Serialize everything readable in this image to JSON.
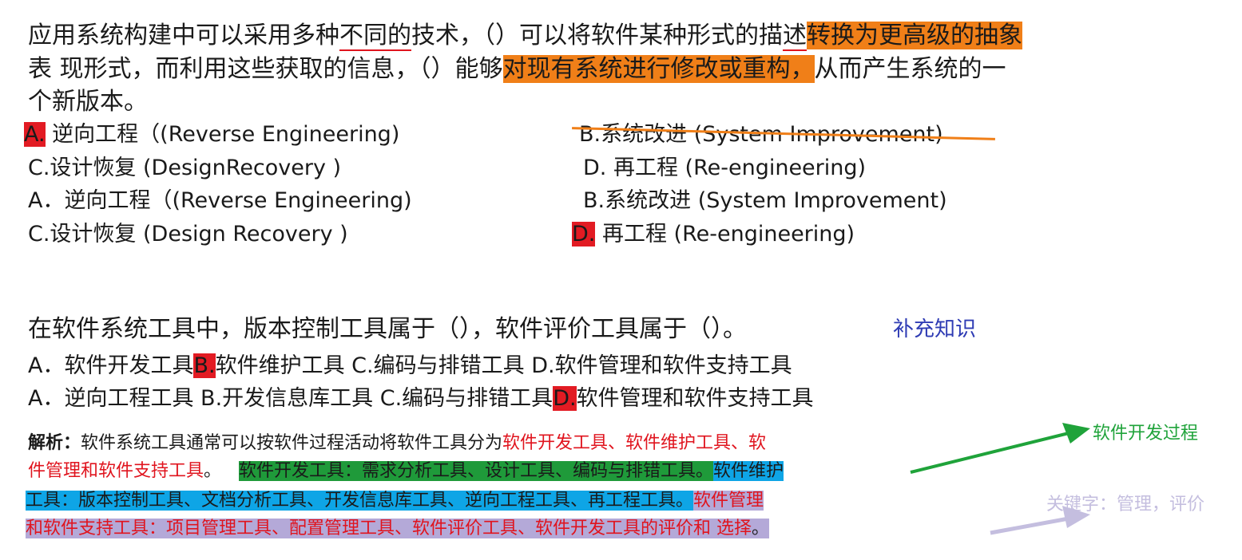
{
  "q1": {
    "line1": {
      "a": "应用系统构建中可以采用多种",
      "b": "不同的",
      "c": "技术，（）可以将软件某种形式的描",
      "d": "述",
      "e": "转换为更高级的抽象"
    },
    "line2": {
      "a": "表 现形式，而利用这些获取的信息，（）能够",
      "b": "对现有系统进行修改或重构，",
      "c": "从而产生系统的一"
    },
    "line3": "个新版本。",
    "options": {
      "a_letter": "A.",
      "a_text": "逆向工程（(Reverse Engineering)",
      "b_text": "B.系统改进 (System Improvement)",
      "c_text": "C.设计恢复 (DesignRecovery )",
      "d_text": "D. 再工程 (Re-engineering)",
      "a2_text": "A．逆向工程（(Reverse Engineering)",
      "b2_text": "B.系统改进 (System Improvement)",
      "c2_text": "C.设计恢复 (Design Recovery )",
      "d2_letter": "D.",
      "d2_text": "再工程 (Re-engineering)"
    }
  },
  "q2": {
    "question": "在软件系统工具中，版本控制工具属于（），软件评价工具属于（）。",
    "note": "补充知识",
    "row1": {
      "a": "A．软件开发工具",
      "b_letter": "B.",
      "b": "软件维护工具 C.编码与排错工具 D.软件管理和软件支持工具"
    },
    "row2": {
      "a": "A．逆向工程工具 B.开发信息库工具 C.编码与排错工具",
      "d_letter": "D.",
      "d": "软件管理和软件支持工具"
    }
  },
  "analysis": {
    "label": "解析：",
    "intro": "软件系统工具通常可以按软件过程活动将软件工具分为",
    "categories1": "软件开发工具、软件维护工具、软",
    "categories2": "件管理和软件支持工具",
    "period": "。",
    "dev": "软件开发工具：需求分析工具、设计工具、编码与排错工具。",
    "maint1": "软件维护",
    "maint2": "工具：版本控制工具、文档分析工具、开发信息库工具、逆向工程工具、再工程工具。",
    "mgmt1": "软件管理",
    "mgmt2": "和软件支持工具：项目管理工具、配置管理工具、软件评价工具、软件开发工具的评价和 选择",
    "end": "。"
  },
  "annotations": {
    "dev_process": "软件开发过程",
    "keywords": "关键字：管理，评价"
  },
  "colors": {
    "orange": "#f07f18",
    "red": "#e21b23",
    "green": "#1f9a3a",
    "blue": "#0ea5e6",
    "purple": "#b4a9d8"
  }
}
